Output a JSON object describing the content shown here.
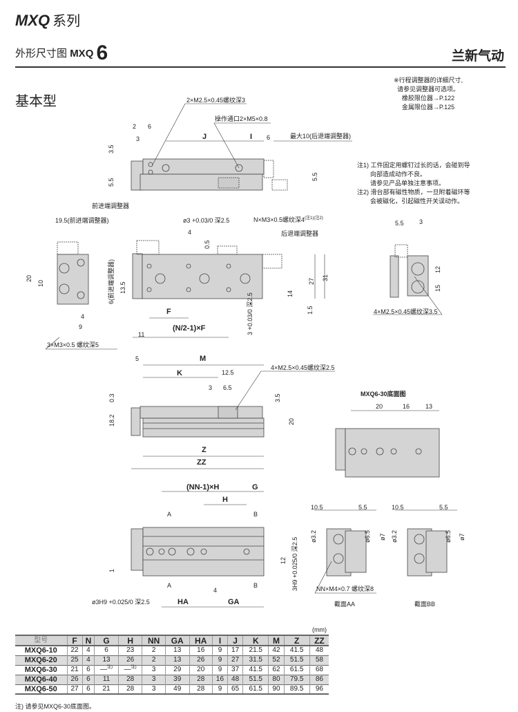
{
  "header": {
    "series_model": "MXQ",
    "series_cn": "系列",
    "subtitle_cn": "外形尺寸图",
    "subtitle_model": "MXQ",
    "subtitle_size": "6",
    "brand": "兰新气动",
    "type_title": "基本型"
  },
  "notes_top": [
    "※行程调整器的详细尺寸,",
    "请参见调整器可选项。",
    "橡胶限位器→P.122",
    "金属限位器→P.125"
  ],
  "notes_side": [
    "注1) 工件固定用螺钉过长的话，会碰到导",
    "向部造成动作不良。",
    "请参见产品单独注意事项。",
    "注2) 滑台部有磁性物质，一旦附着磁环等",
    "会被磁化，引起磁性开关误动作。"
  ],
  "top_view": {
    "tap": "2×M2.5×0.45螺纹深3",
    "port": "操作通口2×M5×0.8",
    "d2": "2",
    "d6a": "6",
    "d3": "3",
    "J": "J",
    "I": "I",
    "d6b": "6",
    "max": "最大10(后退端调整器)",
    "d35": "3.5",
    "d55a": "5.5",
    "d55b": "5.5"
  },
  "front_view": {
    "fwd_adj": "前进端调整器",
    "fwd_195": "19.5(前进端调整器)",
    "pin": "ø3 +0.03/0 深2.5",
    "ntap": "N×M3×0.5螺纹深4",
    "ntap_note": "(注1)(注2)",
    "rear_adj": "后退端调整器",
    "d4": "4",
    "d05": "0.5",
    "fwd6": "6(前进端调整器)",
    "d135": "13.5",
    "d14": "14",
    "d27": "27",
    "d31": "31",
    "d15": "1.5",
    "F": "F",
    "NF": "(N/2-1)×F",
    "d11": "11",
    "slot": "3 +0.03/0 深2.5"
  },
  "left_view": {
    "d20": "20",
    "d10": "10",
    "d4": "4",
    "d9": "9",
    "tap": "3×M3×0.5 螺纹深5"
  },
  "right_view": {
    "d55": "5.5",
    "d3": "3",
    "d12": "12",
    "d15": "15",
    "tap": "4×M2.5×0.45螺纹深3.5"
  },
  "side_view": {
    "d5": "5",
    "M": "M",
    "K": "K",
    "d125": "12.5",
    "tap": "4×M2.5×0.45螺纹深2.5",
    "d3": "3",
    "d65": "6.5",
    "d03": "0.3",
    "d35": "3.5",
    "d182": "18.2",
    "d20": "20",
    "Z": "Z",
    "ZZ": "ZZ"
  },
  "bottom30": {
    "title": "MXQ6-30底面图",
    "d20": "20",
    "d16": "16",
    "d13": "13"
  },
  "bottom_view": {
    "NNH": "(NN-1)×H",
    "G": "G",
    "H": "H",
    "A1": "A",
    "B1": "B",
    "d1": "1",
    "d12": "12",
    "slot": "3H9 +0.025/0 深2.5",
    "A2": "A",
    "B2": "B",
    "d4": "4",
    "pin": "ø3H9 +0.025/0 深2.5",
    "HA": "HA",
    "GA": "GA"
  },
  "section_aa": {
    "d105": "10.5",
    "d55": "5.5",
    "d32": "ø3.2",
    "d65": "ø6.5",
    "d7": "ø7",
    "tap": "NN×M4×0.7 螺纹深8",
    "title": "截面AA"
  },
  "section_bb": {
    "d105": "10.5",
    "d55": "5.5",
    "d32": "ø3.2",
    "d65": "ø6.5",
    "d7": "ø7",
    "title": "截面BB"
  },
  "table": {
    "unit": "(mm)",
    "headers": [
      "型号",
      "F",
      "N",
      "G",
      "H",
      "NN",
      "GA",
      "HA",
      "I",
      "J",
      "K",
      "M",
      "Z",
      "ZZ"
    ],
    "rows": [
      [
        "MXQ6-10",
        "22",
        "4",
        "6",
        "23",
        "2",
        "13",
        "16",
        "9",
        "17",
        "21.5",
        "42",
        "41.5",
        "48"
      ],
      [
        "MXQ6-20",
        "25",
        "4",
        "13",
        "26",
        "2",
        "13",
        "26",
        "9",
        "27",
        "31.5",
        "52",
        "51.5",
        "58"
      ],
      [
        "MXQ6-30",
        "21",
        "6",
        "—",
        "—",
        "3",
        "29",
        "20",
        "9",
        "37",
        "41.5",
        "62",
        "61.5",
        "68"
      ],
      [
        "MXQ6-40",
        "26",
        "6",
        "11",
        "28",
        "3",
        "39",
        "28",
        "16",
        "48",
        "51.5",
        "80",
        "79.5",
        "86"
      ],
      [
        "MXQ6-50",
        "27",
        "6",
        "21",
        "28",
        "3",
        "49",
        "28",
        "9",
        "65",
        "61.5",
        "90",
        "89.5",
        "96"
      ]
    ],
    "cell_note": "注)",
    "footnote": "注) 请参见MXQ6-30底面图。"
  }
}
